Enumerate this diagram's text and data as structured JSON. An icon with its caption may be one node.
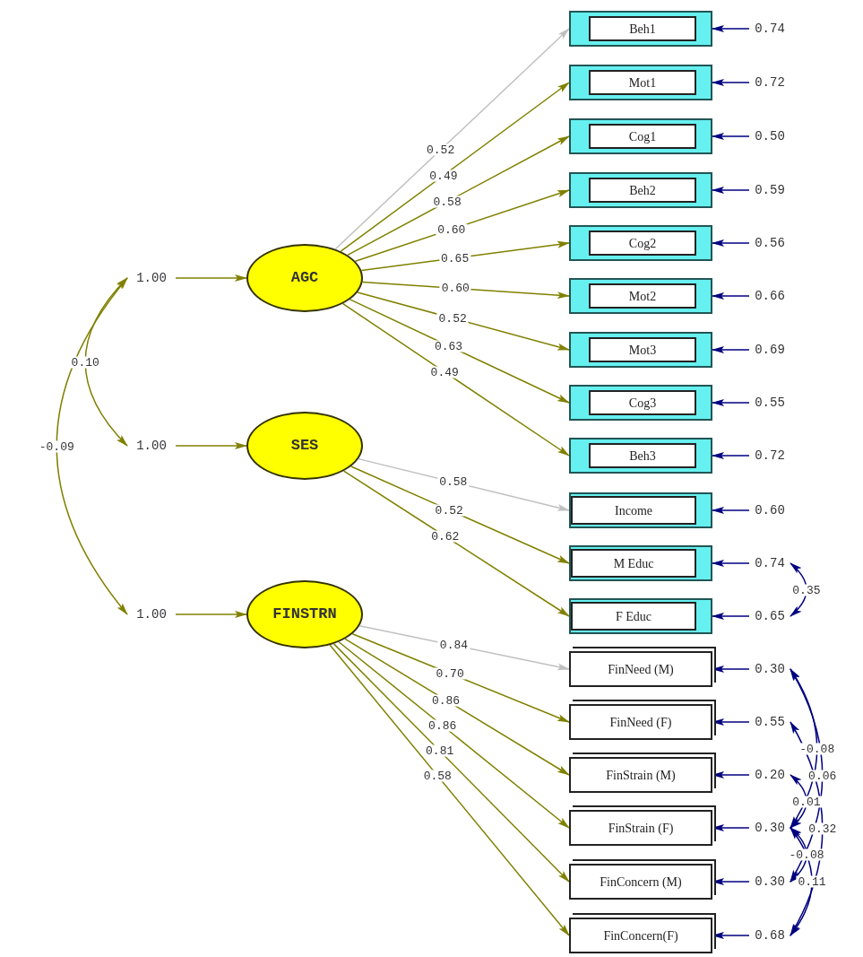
{
  "diagram": {
    "nodes": [
      {
        "text": [
          "AGC"
        ]
      },
      {
        "text": [
          "SES"
        ]
      },
      {
        "text": [
          "FINSTRN"
        ]
      },
      {
        "text": [
          "1.00"
        ]
      },
      {
        "text": [
          "1.00"
        ]
      },
      {
        "text": [
          "1.00"
        ]
      },
      {
        "text": [
          "Beh1"
        ]
      },
      {
        "text": [
          "Mot1"
        ]
      },
      {
        "text": [
          "Cog1"
        ]
      },
      {
        "text": [
          "Beh2"
        ]
      },
      {
        "text": [
          "Cog2"
        ]
      },
      {
        "text": [
          "Mot2"
        ]
      },
      {
        "text": [
          "Mot3"
        ]
      },
      {
        "text": [
          "Cog3"
        ]
      },
      {
        "text": [
          "Beh3"
        ]
      },
      {
        "text": [
          "Income"
        ]
      },
      {
        "text": [
          "M Educ"
        ]
      },
      {
        "text": [
          "F Educ"
        ]
      },
      {
        "text": [
          "FinNeed (M)"
        ]
      },
      {
        "text": [
          "FinNeed (F)"
        ]
      },
      {
        "text": [
          "FinStrain (M)"
        ]
      },
      {
        "text": [
          "FinStrain (F)"
        ]
      },
      {
        "text": [
          "FinConcern (M)"
        ]
      },
      {
        "text": [
          "FinConcern(F)"
        ]
      },
      {
        "text": [
          "0.74"
        ]
      },
      {
        "text": [
          "0.72"
        ]
      },
      {
        "text": [
          "0.50"
        ]
      },
      {
        "text": [
          "0.59"
        ]
      },
      {
        "text": [
          "0.56"
        ]
      },
      {
        "text": [
          "0.66"
        ]
      },
      {
        "text": [
          "0.69"
        ]
      },
      {
        "text": [
          "0.55"
        ]
      },
      {
        "text": [
          "0.72"
        ]
      },
      {
        "text": [
          "0.60"
        ]
      },
      {
        "text": [
          "0.74"
        ]
      },
      {
        "text": [
          "0.65"
        ]
      },
      {
        "text": [
          "0.30"
        ]
      },
      {
        "text": [
          "0.55"
        ]
      },
      {
        "text": [
          "0.20"
        ]
      },
      {
        "text": [
          "0.30"
        ]
      },
      {
        "text": [
          "0.30"
        ]
      },
      {
        "text": [
          "0.68"
        ]
      }
    ],
    "edges": [
      {
        "from": 3,
        "to": 0,
        "arrow": "to",
        "color": "#808000"
      },
      {
        "from": 4,
        "to": 1,
        "arrow": "to",
        "color": "#808000"
      },
      {
        "from": 5,
        "to": 2,
        "arrow": "to",
        "color": "#808000"
      },
      {
        "from": 3,
        "to": 4,
        "arrow": "both",
        "label": "0.10",
        "color": "#808000"
      },
      {
        "from": 3,
        "to": 5,
        "arrow": "both",
        "label": "-0.09",
        "color": "#808000"
      },
      {
        "from": 0,
        "to": 6,
        "arrow": "to",
        "label": "0.52",
        "color": "#c0c0c0"
      },
      {
        "from": 0,
        "to": 7,
        "arrow": "to",
        "label": "0.49",
        "color": "#808000"
      },
      {
        "from": 0,
        "to": 8,
        "arrow": "to",
        "label": "0.58",
        "color": "#808000"
      },
      {
        "from": 0,
        "to": 9,
        "arrow": "to",
        "label": "0.60",
        "color": "#808000"
      },
      {
        "from": 0,
        "to": 10,
        "arrow": "to",
        "label": "0.65",
        "color": "#808000"
      },
      {
        "from": 0,
        "to": 11,
        "arrow": "to",
        "label": "0.60",
        "color": "#808000"
      },
      {
        "from": 0,
        "to": 12,
        "arrow": "to",
        "label": "0.52",
        "color": "#808000"
      },
      {
        "from": 0,
        "to": 13,
        "arrow": "to",
        "label": "0.63",
        "color": "#808000"
      },
      {
        "from": 0,
        "to": 14,
        "arrow": "to",
        "label": "0.49",
        "color": "#808000"
      },
      {
        "from": 1,
        "to": 15,
        "arrow": "to",
        "label": "0.58",
        "color": "#c0c0c0"
      },
      {
        "from": 1,
        "to": 16,
        "arrow": "to",
        "label": "0.52",
        "color": "#808000"
      },
      {
        "from": 1,
        "to": 17,
        "arrow": "to",
        "label": "0.62",
        "color": "#808000"
      },
      {
        "from": 2,
        "to": 18,
        "arrow": "to",
        "label": "0.84",
        "color": "#c0c0c0"
      },
      {
        "from": 2,
        "to": 19,
        "arrow": "to",
        "label": "0.70",
        "color": "#808000"
      },
      {
        "from": 2,
        "to": 20,
        "arrow": "to",
        "label": "0.86",
        "color": "#808000"
      },
      {
        "from": 2,
        "to": 21,
        "arrow": "to",
        "label": "0.86",
        "color": "#808000"
      },
      {
        "from": 2,
        "to": 22,
        "arrow": "to",
        "label": "0.81",
        "color": "#808000"
      },
      {
        "from": 2,
        "to": 23,
        "arrow": "to",
        "label": "0.58",
        "color": "#808000"
      },
      {
        "from": 24,
        "to": 6,
        "arrow": "to"
      },
      {
        "from": 25,
        "to": 7,
        "arrow": "to"
      },
      {
        "from": 26,
        "to": 8,
        "arrow": "to"
      },
      {
        "from": 27,
        "to": 9,
        "arrow": "to"
      },
      {
        "from": 28,
        "to": 10,
        "arrow": "to"
      },
      {
        "from": 29,
        "to": 11,
        "arrow": "to"
      },
      {
        "from": 30,
        "to": 12,
        "arrow": "to"
      },
      {
        "from": 31,
        "to": 13,
        "arrow": "to"
      },
      {
        "from": 32,
        "to": 14,
        "arrow": "to"
      },
      {
        "from": 33,
        "to": 15,
        "arrow": "to"
      },
      {
        "from": 34,
        "to": 16,
        "arrow": "to"
      },
      {
        "from": 35,
        "to": 17,
        "arrow": "to"
      },
      {
        "from": 36,
        "to": 18,
        "arrow": "to"
      },
      {
        "from": 37,
        "to": 19,
        "arrow": "to"
      },
      {
        "from": 38,
        "to": 20,
        "arrow": "to"
      },
      {
        "from": 39,
        "to": 21,
        "arrow": "to"
      },
      {
        "from": 40,
        "to": 22,
        "arrow": "to"
      },
      {
        "from": 41,
        "to": 23,
        "arrow": "to"
      },
      {
        "from": 34,
        "to": 35,
        "arrow": "both",
        "label": "0.35"
      },
      {
        "from": 36,
        "to": 39,
        "arrow": "both",
        "label": "-0.08"
      },
      {
        "from": 36,
        "to": 40,
        "arrow": "both",
        "label": "0.06"
      },
      {
        "from": 38,
        "to": 39,
        "arrow": "both",
        "label": "0.01"
      },
      {
        "from": 37,
        "to": 41,
        "arrow": "both",
        "label": "0.32"
      },
      {
        "from": 39,
        "to": 40,
        "arrow": "both",
        "label": "-0.08"
      },
      {
        "from": 39,
        "to": 41,
        "arrow": "both",
        "label": "0.11"
      }
    ]
  }
}
